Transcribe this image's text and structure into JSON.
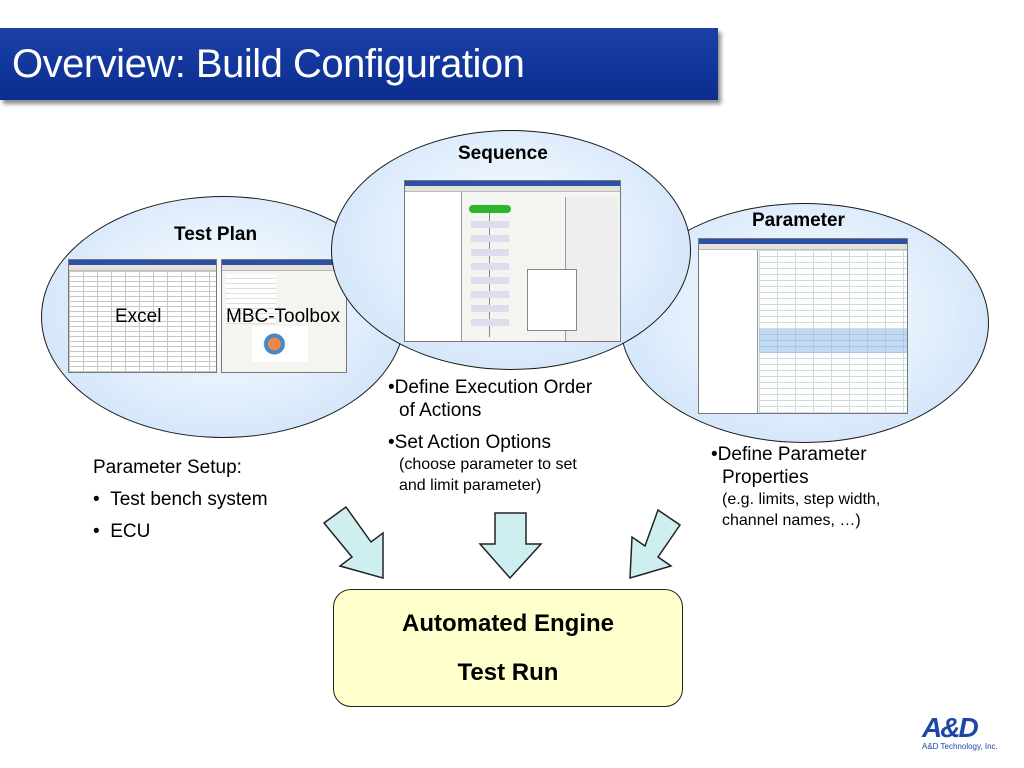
{
  "title": "Overview: Build Configuration",
  "test_plan": {
    "label": "Test Plan",
    "excel_label": "Excel",
    "mbc_label": "MBC-Toolbox"
  },
  "sequence": {
    "label": "Sequence",
    "bullet1_line1": "Define Execution Order",
    "bullet1_line2": "of Actions",
    "bullet2_line1": "Set Action Options",
    "bullet2_line2": "(choose parameter to set",
    "bullet2_line3": "and limit parameter)"
  },
  "parameter": {
    "label": "Parameter",
    "bullet1_line1": "Define Parameter",
    "bullet1_line2": "Properties",
    "bullet1_line3": "(e.g. limits, step width,",
    "bullet1_line4": "channel names, …)"
  },
  "parameter_setup": {
    "heading": "Parameter Setup:",
    "item1": "Test bench system",
    "item2": "ECU"
  },
  "engine": {
    "line1": "Automated Engine",
    "line2": "Test Run"
  },
  "logo": {
    "mark": "A&D",
    "company": "A&D Technology, Inc."
  },
  "colors": {
    "title_bar": "#0b2d8f",
    "ellipse_fill": "#dcebfb",
    "arrow_fill": "#cfeef0",
    "engine_fill": "#ffffcc"
  }
}
